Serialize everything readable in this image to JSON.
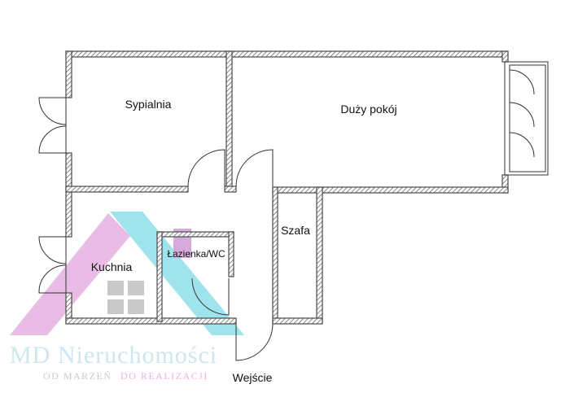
{
  "rooms": {
    "bedroom": "Sypialnia",
    "living_room": "Duży pokój",
    "wardrobe": "Szafa",
    "bathroom": "Łazienka/WC",
    "kitchen": "Kuchnia",
    "entrance": "Wejście"
  },
  "logo": {
    "name": "MD Nieruchomości",
    "tagline_part1": "OD MARZEŃ",
    "tagline_part2": "DO REALIZACJI"
  },
  "colors": {
    "wall": "#4a4a4a",
    "logo_pink": "#e2a6dd",
    "logo_cyan": "#7fdbe6",
    "logo_text": "#cfe6ef",
    "tagline_pink": "#e9b1e4"
  }
}
